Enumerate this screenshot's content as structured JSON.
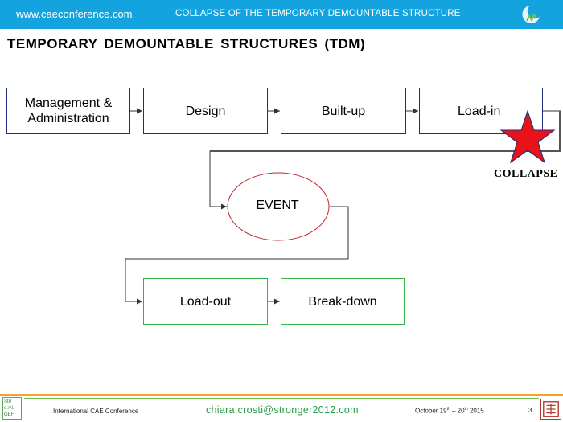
{
  "header": {
    "site": "www.caeconference.com",
    "title": "COLLAPSE OF THE TEMPORARY DEMOUNTABLE STRUCTURE"
  },
  "slide": {
    "heading": "TEMPORARY  DEMOUNTABLE STRUCTURES (TDM)"
  },
  "diagram": {
    "stages_top": [
      "Management & Administration",
      "Design",
      "Built-up",
      "Load-in"
    ],
    "event": "EVENT",
    "stages_bottom": [
      "Load-out",
      "Break-down"
    ],
    "collapse": "COLLAPSE"
  },
  "footer": {
    "conference": "International CAE Conference",
    "email": "chiara.crosti@stronger2012.com",
    "date_prefix": "October 19",
    "date_sup1": "th",
    "date_mid": " – 20",
    "date_sup2": "th",
    "date_suffix": " 2015",
    "page": "3",
    "logo_text": "Str/ o./N. GEF"
  },
  "colors": {
    "header_bar": "#13a3df",
    "box_top_border": "#1d2f7d",
    "box_bottom_border": "#36b24a",
    "event_ellipse": "#c0262c",
    "star": "#e8121a",
    "email": "#2a9a45",
    "footer_orange": "#f4a22b",
    "footer_green": "#73c24b"
  },
  "icons": {
    "header_logo": "crescent-logo-icon",
    "collapse_marker": "red-star-icon",
    "footer_right_logo": "seal-logo-icon"
  }
}
